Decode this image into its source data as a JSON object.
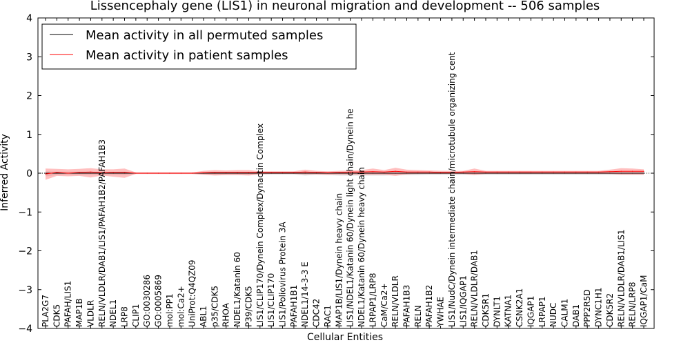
{
  "chart_data": {
    "type": "line",
    "title": "Lissencephaly gene (LIS1) in neuronal migration and development -- 506 samples",
    "xlabel": "Cellular Entities",
    "ylabel": "Inferred Activity",
    "ylim": [
      -4,
      4
    ],
    "yticks": [
      "−4",
      "−3",
      "−2",
      "−1",
      "0",
      "1",
      "2",
      "3",
      "4"
    ],
    "legend_placement": "top-left",
    "categories": [
      "PLA2G7",
      "CDK5",
      "PAFAH/LIS1",
      "MAP1B",
      "VLDLR",
      "RELN/VLDLR/DAB1/LIS1/PAFAH1B2/PAFAH1B3",
      "NDEL1",
      "LRP8",
      "CLIP1",
      "GO:0030286",
      "GO:0005869",
      "mol:PP1",
      "mol:Ca2+",
      "UniProt:Q4QZ09",
      "ABL1",
      "p35/CDK5",
      "RHOA",
      "NDEL1/Katanin 60",
      "P39/CDK5",
      "LIS1/CLIP170/Dynein Complex/Dynactin Complex",
      "LIS1/CLIP170",
      "LIS1/Poliovirus Protein 3A",
      "PAFAH1B1",
      "NDEL1/14-3-3 E",
      "CDC42",
      "RAC1",
      "MAP1B/LIS1/Dynein heavy chain",
      "LIS1/NDEL1/Katanin 60/Dynein light chain/Dynein he",
      "NDEL1/Katanin 60/Dynein heavy chain",
      "LRPAP1/LRP8",
      "CaM/Ca2+",
      "RELN/VLDLR",
      "PAFAH1B3",
      "RELN",
      "PAFAH1B2",
      "YWHAE",
      "LIS1/NudC/Dynein intermediate chain/microtubule organizing cent",
      "LIS1/IQGAP1",
      "RELN/VLDLR/DAB1",
      "CDK5R1",
      "DYNLT1",
      "KATNA1",
      "CSNK2A1",
      "IQGAP1",
      "LRPAP1",
      "NUDC",
      "CALM1",
      "DAB1",
      "PPP2R5D",
      "DYNC1H1",
      "CDK5R2",
      "RELN/VLDLR/DAB1/LIS1",
      "RELN/LRP8",
      "IQGAP1/CaM"
    ],
    "series": [
      {
        "name": "Mean activity in all permuted samples",
        "color": "#000000",
        "band_color": "#c8c8c8",
        "values": [
          0.0,
          0.0,
          0.0,
          0.0,
          0.0,
          0.0,
          0.0,
          0.0,
          0.0,
          0.0,
          0.0,
          0.0,
          0.0,
          0.0,
          0.0,
          0.0,
          0.0,
          0.0,
          0.0,
          0.0,
          0.0,
          0.0,
          0.0,
          0.0,
          0.0,
          0.0,
          0.0,
          0.0,
          0.0,
          0.0,
          0.0,
          0.0,
          0.0,
          0.0,
          0.0,
          0.0,
          0.0,
          0.0,
          0.0,
          0.0,
          0.0,
          0.0,
          0.0,
          0.0,
          0.0,
          0.0,
          0.0,
          0.0,
          0.0,
          0.0,
          0.0,
          0.0,
          0.0,
          0.0
        ],
        "lower": [
          -0.08,
          -0.05,
          -0.05,
          -0.05,
          -0.05,
          -0.05,
          -0.04,
          -0.05,
          -0.02,
          -0.02,
          -0.02,
          -0.02,
          -0.02,
          -0.02,
          -0.03,
          -0.04,
          -0.04,
          -0.04,
          -0.04,
          -0.03,
          -0.03,
          -0.03,
          -0.03,
          -0.06,
          -0.04,
          -0.05,
          -0.06,
          -0.06,
          -0.06,
          -0.06,
          -0.06,
          -0.05,
          -0.05,
          -0.05,
          -0.04,
          -0.04,
          -0.04,
          -0.04,
          -0.04,
          -0.04,
          -0.04,
          -0.04,
          -0.04,
          -0.04,
          -0.04,
          -0.04,
          -0.04,
          -0.04,
          -0.04,
          -0.04,
          -0.04,
          -0.04,
          -0.04,
          -0.04
        ],
        "upper": [
          0.05,
          0.04,
          0.04,
          0.04,
          0.04,
          0.04,
          0.03,
          0.04,
          0.02,
          0.02,
          0.02,
          0.02,
          0.02,
          0.02,
          0.03,
          0.03,
          0.03,
          0.03,
          0.03,
          0.03,
          0.03,
          0.03,
          0.03,
          0.04,
          0.03,
          0.03,
          0.03,
          0.03,
          0.03,
          0.03,
          0.03,
          0.03,
          0.03,
          0.03,
          0.03,
          0.03,
          0.03,
          0.03,
          0.03,
          0.03,
          0.03,
          0.03,
          0.03,
          0.03,
          0.03,
          0.03,
          0.03,
          0.03,
          0.03,
          0.03,
          0.03,
          0.03,
          0.03,
          0.03
        ]
      },
      {
        "name": "Mean activity in patient samples",
        "color": "#ff0000",
        "band_color": "#ff8a8a",
        "values": [
          -0.02,
          0.02,
          0.0,
          0.02,
          0.03,
          0.01,
          0.02,
          0.02,
          0.0,
          0.0,
          0.0,
          0.0,
          0.0,
          0.0,
          0.01,
          0.02,
          0.02,
          0.02,
          0.02,
          0.02,
          0.02,
          0.02,
          0.02,
          0.03,
          0.02,
          0.01,
          0.02,
          0.03,
          0.03,
          0.04,
          0.03,
          0.05,
          0.03,
          0.03,
          0.03,
          0.02,
          0.02,
          0.03,
          0.04,
          0.03,
          0.03,
          0.03,
          0.03,
          0.03,
          0.03,
          0.03,
          0.03,
          0.03,
          0.03,
          0.03,
          0.04,
          0.05,
          0.05,
          0.05
        ],
        "lower": [
          -0.17,
          -0.07,
          -0.08,
          -0.07,
          -0.11,
          -0.06,
          -0.09,
          -0.12,
          -0.02,
          -0.02,
          -0.02,
          -0.02,
          -0.02,
          -0.02,
          -0.04,
          -0.06,
          -0.05,
          -0.05,
          -0.06,
          -0.03,
          -0.02,
          -0.02,
          -0.02,
          -0.03,
          -0.03,
          -0.04,
          -0.03,
          -0.04,
          -0.04,
          -0.04,
          -0.04,
          -0.07,
          -0.03,
          -0.02,
          -0.02,
          -0.02,
          -0.02,
          -0.02,
          -0.05,
          -0.02,
          -0.02,
          -0.02,
          -0.02,
          -0.02,
          -0.02,
          -0.02,
          -0.02,
          -0.02,
          -0.02,
          -0.02,
          -0.02,
          -0.04,
          -0.04,
          -0.04
        ],
        "upper": [
          0.12,
          0.11,
          0.1,
          0.11,
          0.13,
          0.1,
          0.1,
          0.12,
          0.02,
          0.02,
          0.02,
          0.02,
          0.02,
          0.02,
          0.06,
          0.08,
          0.07,
          0.08,
          0.08,
          0.05,
          0.05,
          0.05,
          0.05,
          0.09,
          0.06,
          0.05,
          0.06,
          0.07,
          0.08,
          0.12,
          0.08,
          0.14,
          0.09,
          0.08,
          0.07,
          0.06,
          0.06,
          0.06,
          0.12,
          0.06,
          0.06,
          0.06,
          0.06,
          0.06,
          0.06,
          0.06,
          0.06,
          0.06,
          0.06,
          0.06,
          0.09,
          0.13,
          0.12,
          0.1
        ]
      }
    ],
    "reference_line": {
      "y": 0,
      "style": "dotted"
    }
  }
}
